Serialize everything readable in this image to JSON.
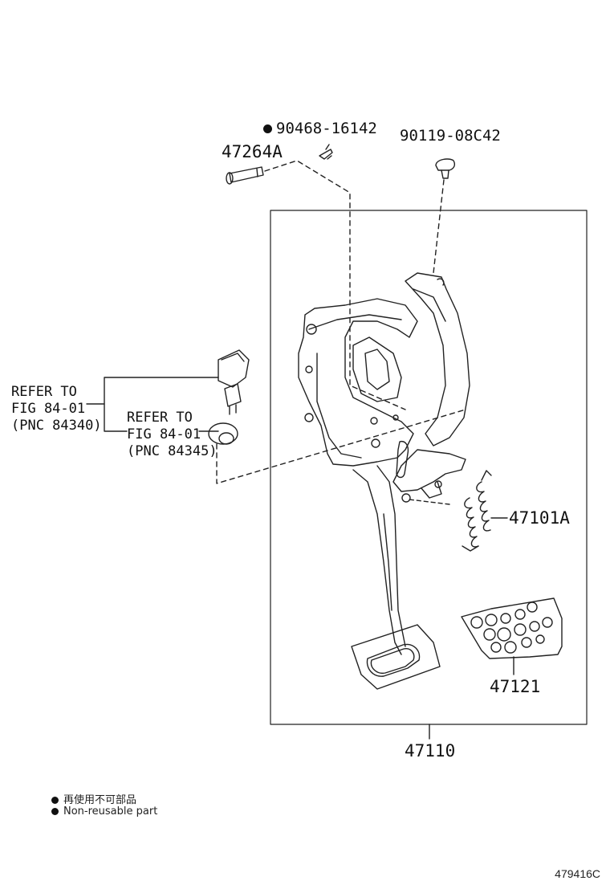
{
  "parts": {
    "clip": "90468-16142",
    "pin": "47264A",
    "clip2": "90119-08C42",
    "spring": "47101A",
    "pad": "47121",
    "assembly": "47110"
  },
  "refer1": {
    "line1": "REFER TO",
    "line2": "FIG 84-01",
    "line3": "(PNC 84340)"
  },
  "refer2": {
    "line1": "REFER TO",
    "line2": "FIG 84-01",
    "line3": "(PNC 84345)"
  },
  "legend": {
    "jp": "再使用不可部品",
    "en": "Non-reusable part"
  },
  "figure_id": "479416C"
}
